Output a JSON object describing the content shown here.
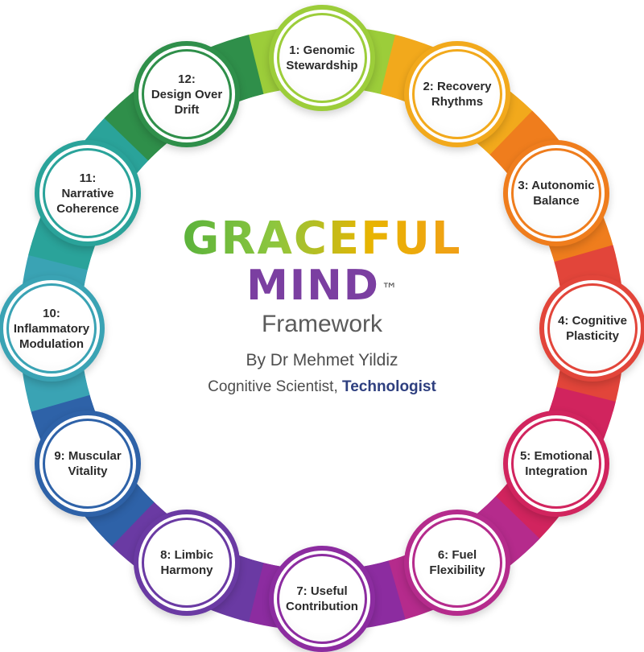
{
  "title_line1": "GRACEFUL",
  "title_line2": "MIND",
  "trademark": "™",
  "title_line3": "Framework",
  "author": "By Dr Mehmet Yildiz",
  "role_prefix": "Cognitive Scientist,",
  "role_emphasis": "Technologist",
  "nodes": [
    {
      "label": "1: Genomic\nStewardship",
      "color": "#9ccd3a"
    },
    {
      "label": "2: Recovery\nRhythms",
      "color": "#f2a91c"
    },
    {
      "label": "3: Autonomic\nBalance",
      "color": "#ef7d1d"
    },
    {
      "label": "4: Cognitive\nPlasticity",
      "color": "#e2453a"
    },
    {
      "label": "5: Emotional\nIntegration",
      "color": "#d1245e"
    },
    {
      "label": "6: Fuel\nFlexibility",
      "color": "#b52b8c"
    },
    {
      "label": "7: Useful\nContribution",
      "color": "#8c2ca0"
    },
    {
      "label": "8: Limbic\nHarmony",
      "color": "#6a3aa3"
    },
    {
      "label": "9: Muscular\nVitality",
      "color": "#2e62a8"
    },
    {
      "label": "10:\nInflammatory\nModulation",
      "color": "#3aa3b4"
    },
    {
      "label": "11:\nNarrative\nCoherence",
      "color": "#2aa39a"
    },
    {
      "label": "12:\nDesign Over\nDrift",
      "color": "#2f8f4a"
    }
  ]
}
